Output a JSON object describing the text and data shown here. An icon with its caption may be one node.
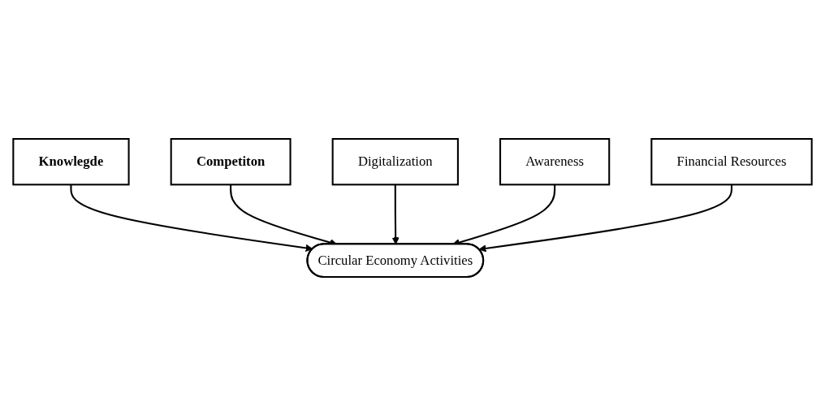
{
  "diagram": {
    "nodes": [
      {
        "text": [
          "Circular Economy Activities"
        ]
      },
      {
        "text": [
          "Knowlegde"
        ]
      },
      {
        "text": [
          "Competiton"
        ]
      },
      {
        "text": [
          "Digitalization"
        ]
      },
      {
        "text": [
          "Awareness"
        ]
      },
      {
        "text": [
          "Financial Resources"
        ]
      }
    ],
    "edges": [
      {
        "from": 1,
        "to": 0,
        "arrow": "to"
      },
      {
        "from": 2,
        "to": 0,
        "arrow": "to"
      },
      {
        "from": 3,
        "to": 0,
        "arrow": "to"
      },
      {
        "from": 4,
        "to": 0,
        "arrow": "to"
      },
      {
        "from": 5,
        "to": 0,
        "arrow": "to"
      }
    ]
  }
}
